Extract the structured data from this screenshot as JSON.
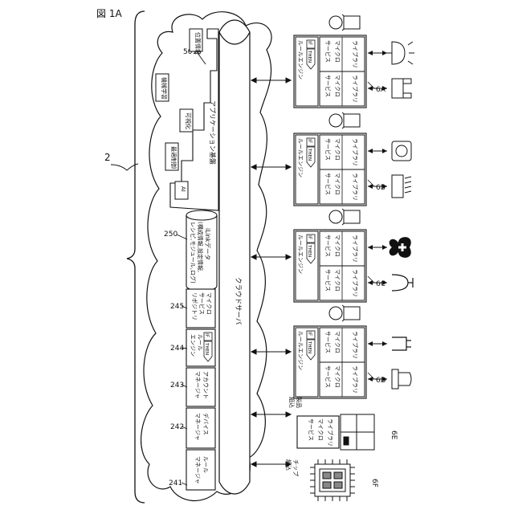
{
  "figure_label": "図 1A",
  "system_ref": "2",
  "cloud": {
    "server_label": "クラウドサーバ",
    "platform_label": "アプリケーション基盤",
    "platform_ref": "5010",
    "platform_blocks": [
      "位置情報",
      "機械学習",
      "可視化",
      "最適制御",
      "AI"
    ],
    "data_store": {
      "ref": "250",
      "lines": [
        "iLinkデータ",
        "(構成情報,設定情報,",
        "レシピ,モジュール,ログ)"
      ]
    },
    "modules": [
      {
        "ref": "241",
        "lines": [
          "ルール",
          "マネージャ"
        ]
      },
      {
        "ref": "242",
        "lines": [
          "デバイス",
          "マネージャ"
        ]
      },
      {
        "ref": "243",
        "lines": [
          "アカウント",
          "マネージャ"
        ]
      },
      {
        "ref": "244",
        "lines": [
          "ルール",
          "エンジン"
        ],
        "badge_if": "IF",
        "badge_then": "THEN"
      },
      {
        "ref": "245",
        "lines": [
          "マイクロ",
          "サービス",
          "リポジトリ"
        ]
      }
    ]
  },
  "unit_text": {
    "if": "IF",
    "then": "THEN",
    "rule_engine": "ルールエンジン",
    "library": "ライブラリ",
    "micro": "マイクロ",
    "service": "サービス"
  },
  "devices": [
    {
      "ref": "6A",
      "icons": [
        "ceiling-lamp",
        "chair"
      ]
    },
    {
      "ref": "6B",
      "icons": [
        "washing-machine",
        "air-conditioner"
      ]
    },
    {
      "ref": "6C",
      "icons": [
        "health-heart",
        "faucet"
      ]
    },
    {
      "ref": "6D",
      "icons": [
        "shower",
        "toilet"
      ]
    }
  ],
  "device_6e": {
    "ref": "6E",
    "label_lines": [
      "製品",
      "組込"
    ],
    "library": "ライブラリ",
    "micro": "マイクロ",
    "service": "サービス",
    "icon": "refrigerator"
  },
  "device_6f": {
    "ref": "6F",
    "label_lines": [
      "チップ",
      "組込"
    ],
    "icon": "chip"
  }
}
